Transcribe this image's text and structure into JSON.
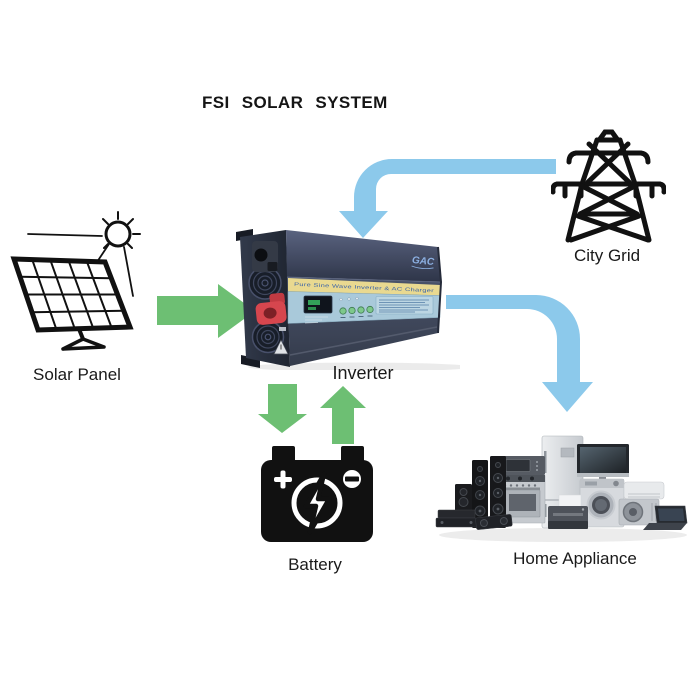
{
  "title": "FSI  SOLAR  SYSTEM",
  "nodes": {
    "solar_panel": {
      "label": "Solar Panel"
    },
    "city_grid": {
      "label": "City Grid"
    },
    "inverter": {
      "label": "Inverter",
      "brand": "GAC",
      "band_text": "Pure Sine Wave Inverter & AC Charger"
    },
    "battery": {
      "label": "Battery"
    },
    "home_appliance": {
      "label": "Home Appliance"
    }
  },
  "connections": [
    {
      "from": "Solar Panel",
      "to": "Inverter",
      "color_key": "green_arrow"
    },
    {
      "from": "City Grid",
      "to": "Inverter",
      "color_key": "blue_arrow"
    },
    {
      "from": "Inverter",
      "to": "Battery",
      "color_key": "green_arrow"
    },
    {
      "from": "Battery",
      "to": "Inverter",
      "color_key": "green_arrow"
    },
    {
      "from": "Inverter",
      "to": "Home Appliance",
      "color_key": "blue_arrow"
    }
  ],
  "colors": {
    "green_arrow": "#6dbf73",
    "blue_arrow": "#8cc9eb",
    "icon_black": "#111111",
    "inverter_body": "#3e4659",
    "inverter_band": "#e9d990",
    "inverter_panel": "#a9c9da",
    "inverter_connector": "#d6464e",
    "background": "#ffffff",
    "label_text": "#1a1a1a"
  }
}
